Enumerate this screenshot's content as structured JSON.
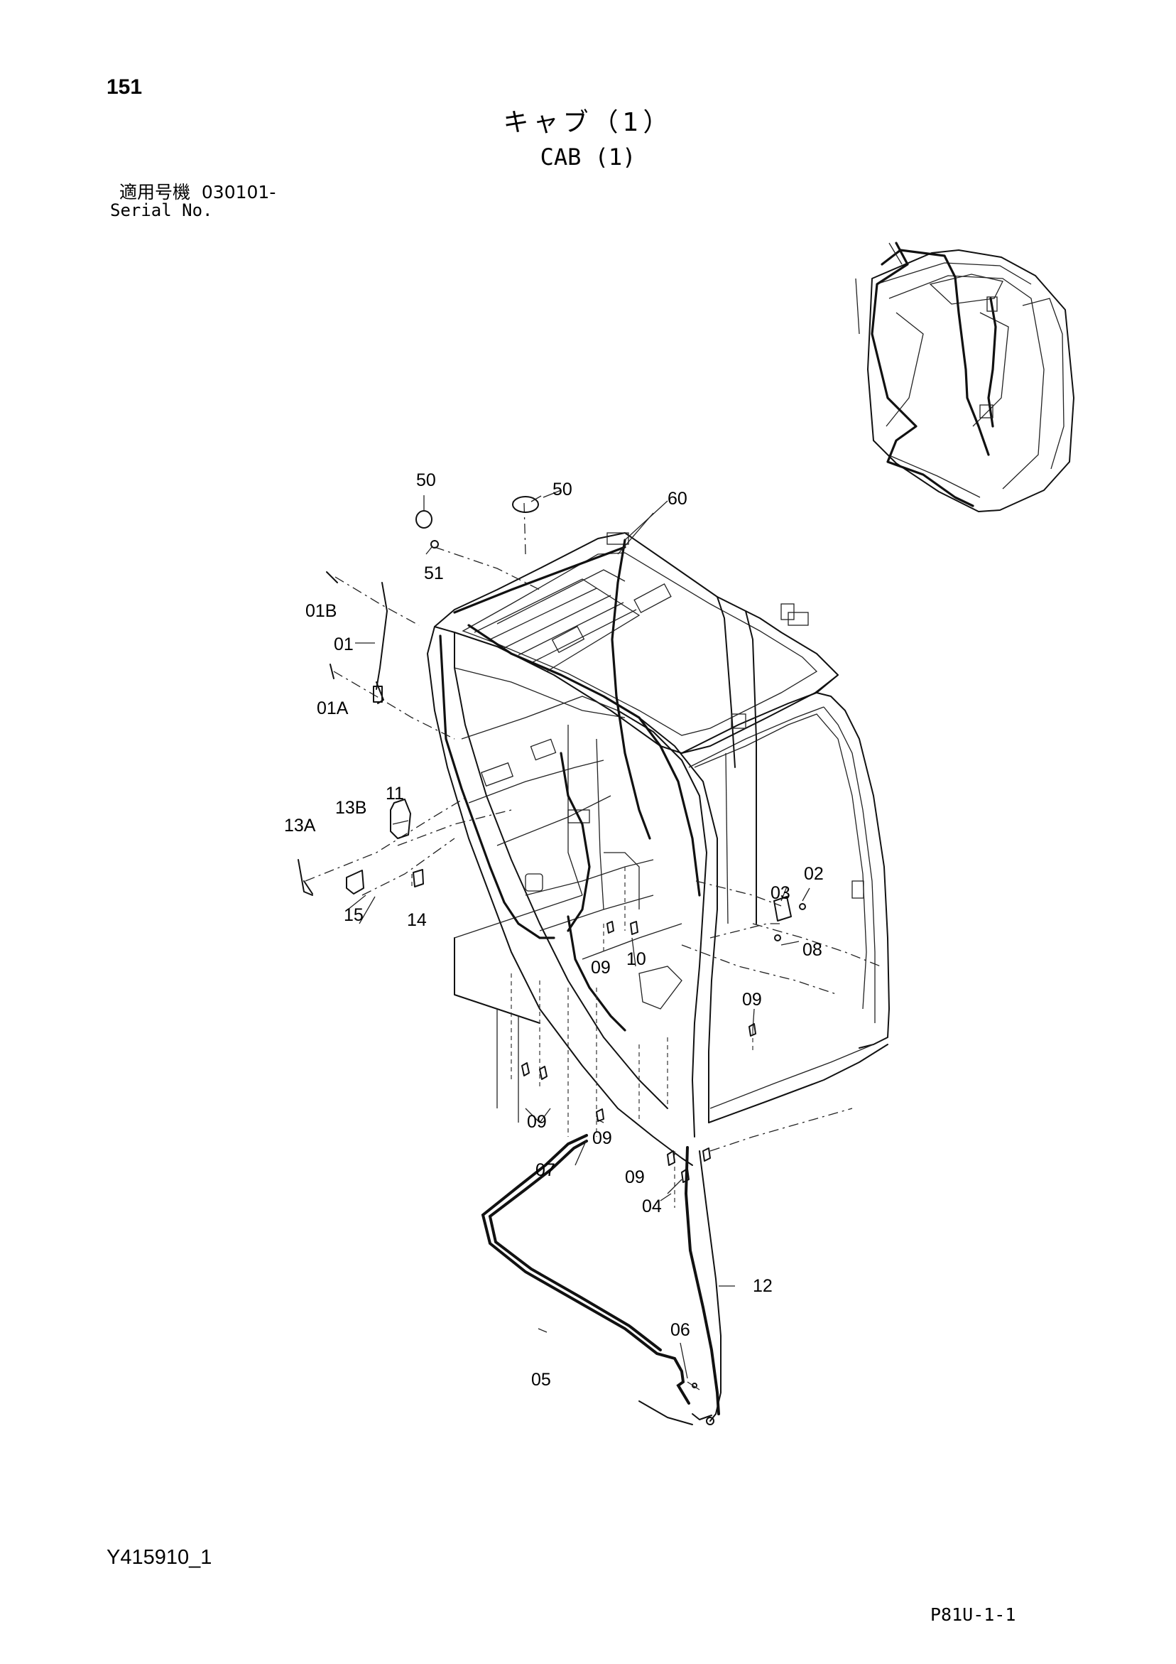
{
  "header": {
    "page_number": "151",
    "title_jp": "キャブ（1）",
    "title_en": "CAB (1)",
    "serial_label_jp": "適用号機  030101-",
    "serial_label_en": "Serial No."
  },
  "footer": {
    "drawing_code": "Y415910_1",
    "page_code": "P81U-1-1"
  },
  "callouts": {
    "c50a": "50",
    "c50b": "50",
    "c60": "60",
    "c51": "51",
    "c01b": "01B",
    "c01": "01",
    "c01a": "01A",
    "c11": "11",
    "c13b": "13B",
    "c13a": "13A",
    "c15": "15",
    "c14": "14",
    "c03": "03",
    "c02": "02",
    "c08": "08",
    "c09a": "09",
    "c10": "10",
    "c09b": "09",
    "c09c": "09",
    "c09d": "09",
    "c09e": "09",
    "c07": "07",
    "c04": "04",
    "c12": "12",
    "c06": "06",
    "c05": "05"
  }
}
